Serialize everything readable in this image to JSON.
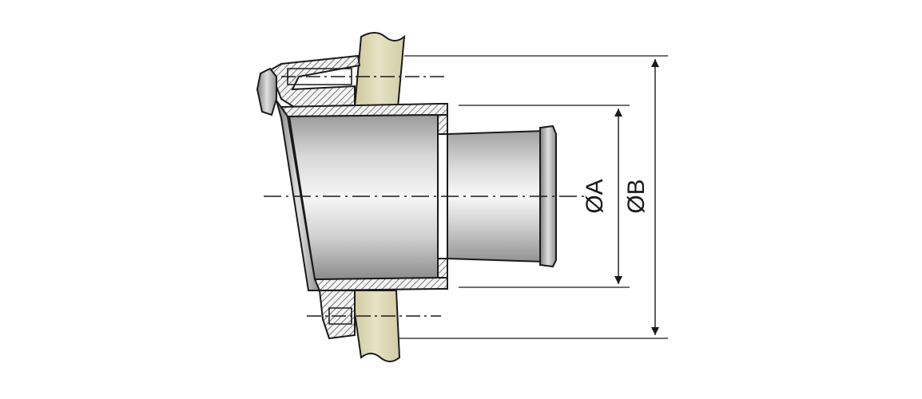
{
  "diagram": {
    "type": "technical-cross-section",
    "labels": {
      "dim_a": "ØA",
      "dim_b": "ØB"
    },
    "colors": {
      "background": "#ffffff",
      "outline": "#1a1a1a",
      "metal_light": "#f2f2f2",
      "metal_mid": "#bdbdbd",
      "metal_dark": "#8a8a8a",
      "wood": "#ded9b6",
      "hatch": "#555555"
    },
    "components": [
      "hull-wall",
      "flange-housing",
      "tapered-inlet",
      "hose-spigot",
      "mounting-screw",
      "dimension-a",
      "dimension-b",
      "centerline"
    ]
  }
}
